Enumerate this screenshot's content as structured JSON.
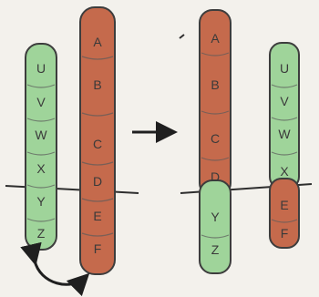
{
  "figure": {
    "left_before": {
      "green_chromosome": [
        "U",
        "V",
        "W",
        "X",
        "Y",
        "Z"
      ],
      "red_chromosome": [
        "A",
        "B",
        "C",
        "D",
        "E",
        "F"
      ]
    },
    "right_after": {
      "left_chromosome_red_genes": [
        "A",
        "B",
        "C",
        "D"
      ],
      "left_chromosome_green_genes": [
        "Y",
        "Z"
      ],
      "right_chromosome_green_genes": [
        "U",
        "V",
        "W",
        "X"
      ],
      "right_chromosome_red_genes": [
        "E",
        "F"
      ]
    }
  },
  "colors": {
    "green": "#9fd49a",
    "green_dark": "#5f9a5c",
    "red": "#c56a4c",
    "red_dark": "#7e3a24",
    "outline": "#3d3d3d",
    "line": "#2e2e2e",
    "arrow": "#1f1f1f"
  }
}
